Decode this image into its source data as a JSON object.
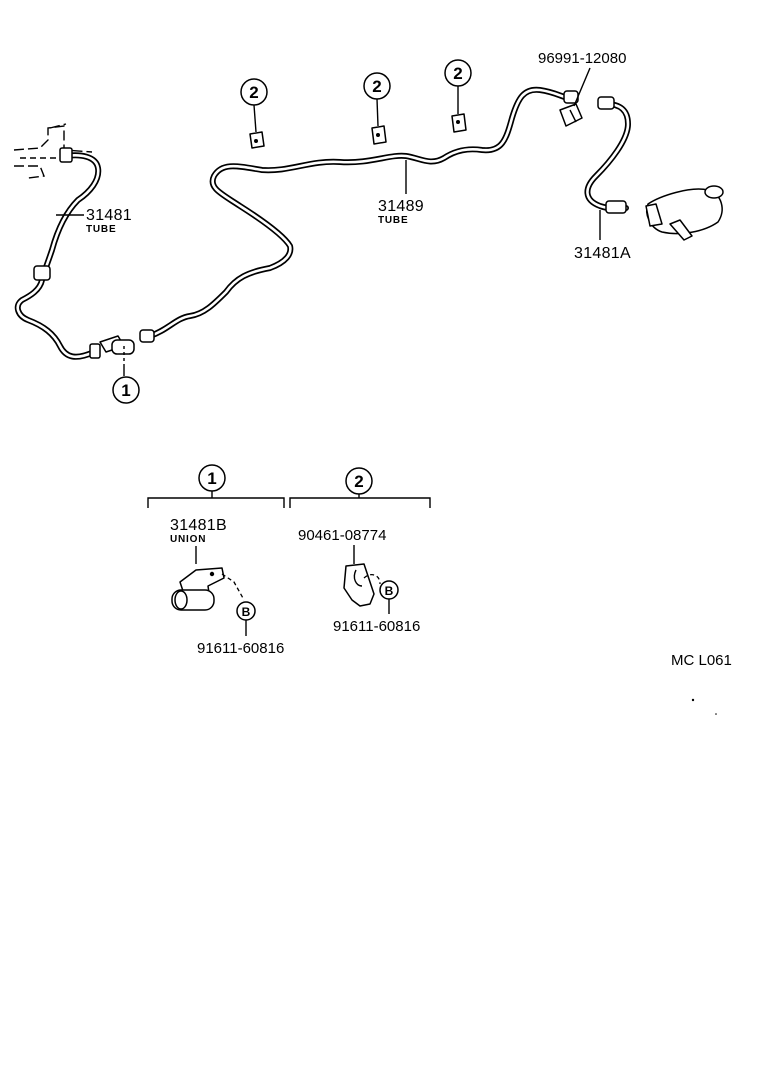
{
  "parts": {
    "tube_left": {
      "number": "31481",
      "desc": "TUBE"
    },
    "tube_main": {
      "number": "31489",
      "desc": "TUBE"
    },
    "hose_right": {
      "number": "31481A"
    },
    "clip_top": {
      "number": "96991-12080"
    },
    "union": {
      "number": "31481B",
      "desc": "UNION"
    },
    "clamp": {
      "number": "90461-08774"
    },
    "bolt_union": {
      "number": "91611-60816"
    },
    "bolt_clamp": {
      "number": "91611-60816"
    }
  },
  "callouts": {
    "ref1": "1",
    "ref2": "2",
    "bolt": "B"
  },
  "diagram_code": "MC L061"
}
